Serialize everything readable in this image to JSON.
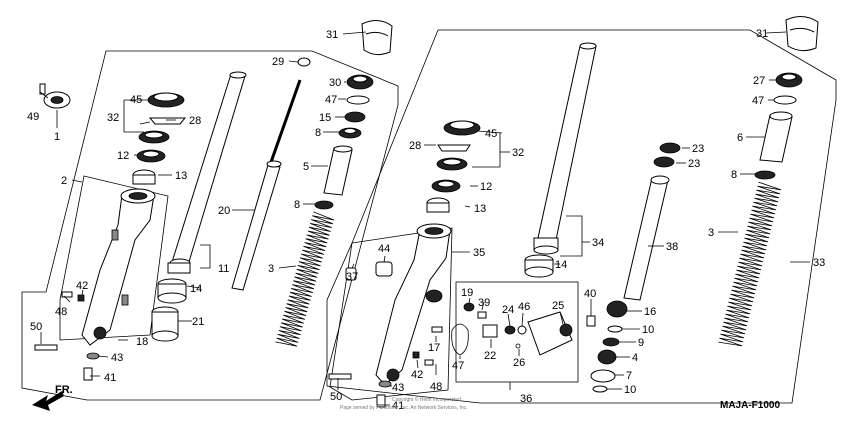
{
  "diagram": {
    "code": "MAJA-F1000",
    "direction_label": "FR.",
    "copyright": "Copyright © Helm Incorporated",
    "reproduced_by": "Page served by Partsfiche, Inc. Ari Network Services, Inc.",
    "callouts": {
      "c31a": "31",
      "c31b": "31",
      "c49": "49",
      "c1": "1",
      "c2": "2",
      "c32a": "32",
      "c45a": "45",
      "c28a": "28",
      "c12a": "12",
      "c13a": "13",
      "c29": "29",
      "c30": "30",
      "c47a": "47",
      "c15": "15",
      "c8a": "8",
      "c5": "5",
      "c20": "20",
      "c8b": "8",
      "c11": "11",
      "c14a": "14",
      "c21": "21",
      "c3a": "3",
      "c48a": "48",
      "c42a": "42",
      "c50a": "50",
      "c18": "18",
      "c43a": "43",
      "c41a": "41",
      "c45b": "45",
      "c28b": "28",
      "c32b": "32",
      "c12b": "12",
      "c13b": "13",
      "c34": "34",
      "c14b": "14",
      "c44": "44",
      "c37": "37",
      "c35": "35",
      "c19": "19",
      "c39": "39",
      "c24": "24",
      "c46": "46",
      "c25": "25",
      "c40": "40",
      "c17": "17",
      "c22": "22",
      "c26": "26",
      "c47b": "47",
      "c42b": "42",
      "c48b": "48",
      "c50b": "50",
      "c43b": "43",
      "c41b": "41",
      "c36": "36",
      "c27": "27",
      "c47c": "47",
      "c6": "6",
      "c23a": "23",
      "c23b": "23",
      "c38": "38",
      "c8c": "8",
      "c16": "16",
      "c10a": "10",
      "c9": "9",
      "c4": "4",
      "c7": "7",
      "c10b": "10",
      "c3b": "3",
      "c33": "33"
    }
  }
}
